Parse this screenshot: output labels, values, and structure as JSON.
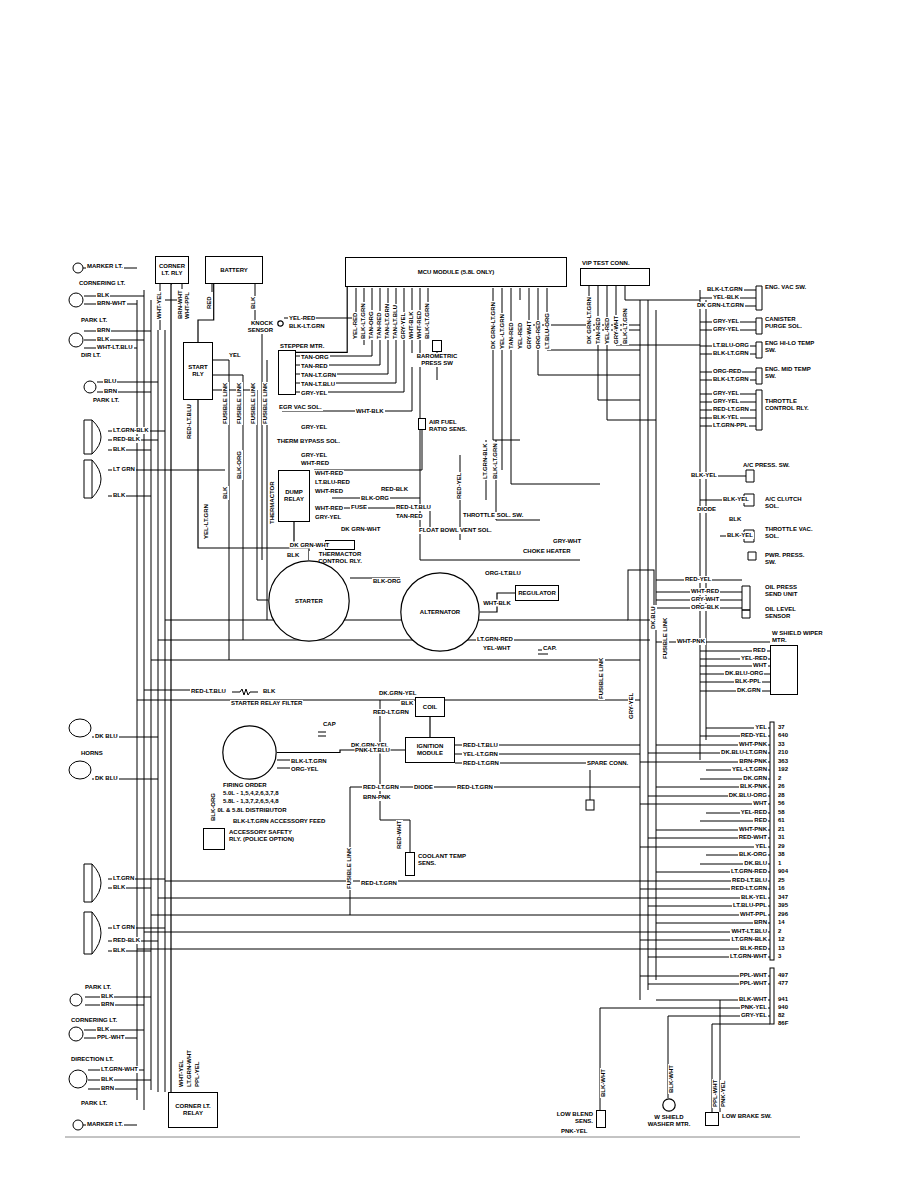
{
  "diagram": {
    "nodes": [
      {
        "text": [
          "BATTERY"
        ]
      },
      {
        "text": [
          "CORNER LT. RLY"
        ]
      },
      {
        "text": [
          "MCU MODULE (5.8L ONLY)"
        ]
      },
      {
        "text": [
          "VIP TEST CONN."
        ]
      },
      {
        "text": [
          "START RLY"
        ]
      },
      {
        "text": [
          "STEPPER MTR."
        ]
      },
      {
        "text": [
          "KNOCK SENSOR"
        ]
      },
      {
        "text": [
          "BAROMETRIC PRESS SW"
        ]
      },
      {
        "text": [
          "AIR FUEL RATIO SENS."
        ]
      },
      {
        "text": [
          "DUMP RELAY"
        ]
      },
      {
        "text": [
          "THERMACTOR CONTROL RLY."
        ]
      },
      {
        "text": [
          "STARTER"
        ]
      },
      {
        "text": [
          "ALTERNATOR"
        ]
      },
      {
        "text": [
          "REGULATOR"
        ]
      },
      {
        "text": [
          "COIL"
        ]
      },
      {
        "text": [
          "IGNITION MODULE"
        ]
      },
      {
        "text": [
          "5.0L & 5.8L DISTRIBUTOR"
        ]
      },
      {
        "text": [
          "ACCESSORY SAFETY RLY. (POLICE OPTION)"
        ]
      },
      {
        "text": [
          "COOLANT TEMP SENS."
        ]
      },
      {
        "text": [
          "W SHIELD WIPER MTR."
        ]
      },
      {
        "text": [
          "CORNER LT. RELAY"
        ]
      },
      {
        "text": [
          "LOW BLEND SENS."
        ]
      },
      {
        "text": [
          "W SHIELD WASHER MTR."
        ]
      },
      {
        "text": [
          "LOW BRAKE SW."
        ]
      }
    ],
    "edges": [
      {
        "from": 0,
        "to": 4,
        "arrow": "none"
      },
      {
        "from": 4,
        "to": 11,
        "arrow": "none"
      },
      {
        "from": 12,
        "to": 13,
        "label": "WHT-BLK",
        "arrow": "none"
      },
      {
        "from": 16,
        "to": 15,
        "label": "PNK-LT.BLU",
        "arrow": "none"
      },
      {
        "from": 14,
        "to": 15,
        "arrow": "none"
      },
      {
        "from": 5,
        "to": 2,
        "arrow": "none"
      },
      {
        "from": 9,
        "to": 10,
        "label": "DK GRN-WHT",
        "arrow": "none"
      },
      {
        "from": 1,
        "to": 20,
        "arrow": "none"
      }
    ],
    "labels": [
      "MARKER LT.",
      "CORNERING LT.",
      "BLK",
      "BRN-WHT",
      "PARK LT.",
      "BRN",
      "BLK",
      "WHT-LT.BLU",
      "DIR LT.",
      "BLU",
      "BRN",
      "PARK LT.",
      "LT.GRN-BLK",
      "RED-BLK",
      "BLK",
      "LT GRN",
      "BLK",
      "DK BLU",
      "HORNS",
      "DK BLU",
      "LT.GRN",
      "BLK",
      "LT GRN",
      "RED-BLK",
      "BLK",
      "PARK LT.",
      "BLK",
      "BRN",
      "CORNERING LT.",
      "BLK",
      "PPL-WHT",
      "DIRECTION LT.",
      "LT.GRN-WHT",
      "BLK",
      "BRN",
      "PARK LT.",
      "MARKER LT.",
      "WHT-YEL",
      "LT.GRN-WHT",
      "PPL-YEL",
      "WHT-YEL",
      "BRN-WHT",
      "WHT-PPL",
      "RED",
      "BLK",
      "YEL",
      "RED-LT.BLU",
      "FUSIBLE LINK",
      "FUSIBLE LINK",
      "FUSIBLE LINK",
      "FUSIBLE LINK",
      "BLK-ORG",
      "YEL-LT.GRN",
      "BLK",
      "YEL-RED",
      "BLK-LT.GRN",
      "TAN-ORG",
      "TAN-RED",
      "TAN-LT.GRN",
      "TAN-LT.BLU",
      "GRY-YEL",
      "EGR VAC SOL.",
      "WHT-BLK",
      "GRY-YEL",
      "THERM BYPASS SOL.",
      "GRY-YEL",
      "WHT-RED",
      "WHT-RED",
      "LT.BLU-RED",
      "WHT-RED",
      "THERMACTOR",
      "RED-BLK",
      "BLK-ORG",
      "FUSE",
      "RED-LT.BLU",
      "TAN-RED",
      "WHT-RED",
      "GRY-YEL",
      "DK GRN-WHT",
      "FLOAT BOWL VENT SOL.",
      "THROTTLE SOL. SW.",
      "RED-YEL",
      "LT.GRN-BLK",
      "BLK-LT.GRN",
      "GRY-WHT",
      "CHOKE HEATER",
      "BLK",
      "BLK-ORG",
      "ORG-LT.BLU",
      "LT.GRN-RED",
      "YEL-WHT",
      "CAP.",
      "YEL-RED",
      "BLK-LT.GRN",
      "TAN-ORG",
      "TAN-RED",
      "TAN-LT.GRN",
      "TAN-LT.BLU",
      "GRY-YEL",
      "WHT-BLK",
      "WHT-RED",
      "BLK-LT.GRN",
      "DK GRN-LT.GRN",
      "YEL-LT.GRN",
      "TAN-RED",
      "YEL-RED",
      "GRY-WHT",
      "ORG-RED",
      "LT.BLU-ORG",
      "DK GRN-LT.GRN",
      "TAN-RED",
      "YEL-RED",
      "GRY-WHT",
      "BLK-LT.GRN",
      "BLK-LT.GRN",
      "YEL-BLK",
      "DK GRN-LT.GRN",
      "ENG. VAC SW.",
      "GRY-YEL",
      "GRY-YEL",
      "CANISTER PURGE SOL.",
      "LT.BLU-ORG",
      "BLK-LT.GRN",
      "ENG HI-LO TEMP SW.",
      "ORG-RED",
      "BLK-LT.GRN",
      "ENG. MID TEMP SW.",
      "GRY-YEL",
      "GRY-YEL",
      "RED-LT.GRN",
      "BLK-YEL",
      "LT.GRN-PPL",
      "THROTTLE CONTROL RLY.",
      "A/C PRESS. SW.",
      "BLK-YEL",
      "BLK-YEL",
      "A/C CLUTCH SOL.",
      "DIODE",
      "BLK",
      "BLK-YEL",
      "THROTTLE VAC. SOL.",
      "PWR. PRESS. SW.",
      "RED-YEL",
      "WHT-RED",
      "GRY-WHT",
      "ORG-BLK",
      "OIL PRESS SEND UNIT",
      "OIL LEVEL SENSOR",
      "WHT-PNK",
      "RED",
      "YEL-RED",
      "WHT",
      "DK.BLU-ORG",
      "BLK-PPL",
      "DK.GRN",
      "FUSIBLE LINK",
      "DK.BLU",
      "GRY-YEL",
      "FUSIBLE LINK",
      "YEL",
      "37",
      "RED-YEL",
      "640",
      "WHT-PNK",
      "33",
      "DK.BLU-LT.GRN",
      "210",
      "BRN-PNK",
      "363",
      "YEL-LT.GRN",
      "192",
      "DK.GRN",
      "2",
      "BLK-PNK",
      "26",
      "DK.BLU-ORG",
      "28",
      "WHT",
      "56",
      "YEL-RED",
      "58",
      "RED",
      "61",
      "WHT-PNK",
      "21",
      "RED-WHT",
      "31",
      "YEL",
      "29",
      "BLK-ORG",
      "38",
      "DK.BLU",
      "1",
      "LT.GRN-RED",
      "904",
      "RED-LT.BLU",
      "25",
      "RED-LT.GRN",
      "16",
      "BLK-YEL",
      "347",
      "LT.BLU-PPL",
      "395",
      "WHT-PPL",
      "296",
      "BRN",
      "14",
      "WHT-LT.BLU",
      "2",
      "LT.GRN-BLK",
      "12",
      "BLK-RED",
      "13",
      "LT.GRN-WHT",
      "3",
      "PPL-WHT",
      "497",
      "PPL-WHT",
      "477",
      "BLK-WHT",
      "941",
      "PNK-YEL",
      "940",
      "GRY-YEL",
      "82",
      "86F",
      "SPARE CONN.",
      "RED-WHT",
      "FUSIBLE LINK",
      "RED-LT.GRN",
      "RED-LT.BLU",
      "BLK",
      "STARTER RELAY FILTER",
      "DK.GRN-YEL",
      "BLK",
      "RED-LT.GRN",
      "CAP",
      "DK.GRN-YEL",
      "BLK-LT.GRN",
      "ORG-YEL",
      "RED-LT.BLU",
      "YEL-LT.GRN",
      "RED-LT.GRN",
      "RED-LT.GRN",
      "BRN-PNK",
      "DIODE",
      "RED-LT.GRN",
      "FIRING ORDER",
      "5.0L - 1,5,4,2,6,3,7,8",
      "5.8L - 1,3,7,2,6,5,4,8",
      "BLK-ORG",
      "BLK-LT.GRN ACCESSORY FEED",
      "BLK-WHT",
      "BLK-WHT",
      "PPL-WHT",
      "PNK-YEL",
      "PNK-YEL"
    ]
  }
}
